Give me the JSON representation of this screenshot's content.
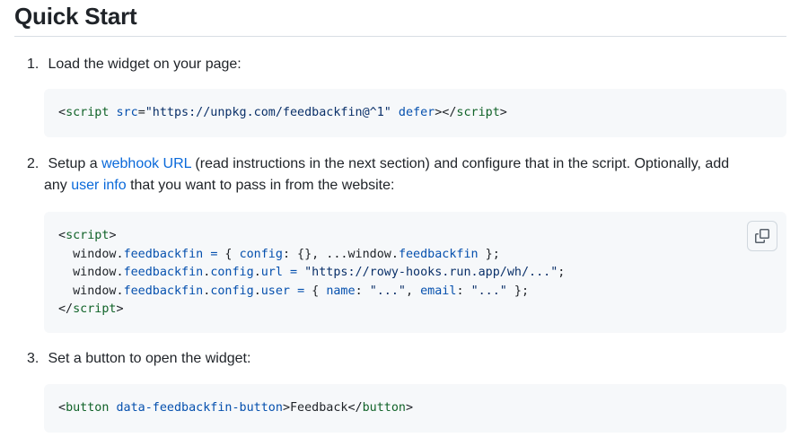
{
  "page": {
    "title": "Quick Start"
  },
  "steps": [
    {
      "number": "1.",
      "text": "Load the widget on your page:",
      "code": {
        "line1": {
          "tag_open": "script",
          "attr_src": "src",
          "eq": "=",
          "src_value": "\"https://unpkg.com/feedbackfin@^1\"",
          "attr_defer": "defer",
          "tag_close": "script"
        }
      }
    },
    {
      "number": "2.",
      "text_before": "Setup a",
      "link1": "webhook URL",
      "text_middle": "(read instructions in the next section) and configure that in the script. Optionally, add",
      "text_any": "any",
      "link2": "user info",
      "text_after": "that you want to pass in from the website:",
      "code": {
        "open_tag": "script",
        "window": "window",
        "feedbackfin": "feedbackfin",
        "config": "config",
        "url": "url",
        "user": "user",
        "name": "name",
        "email": "email",
        "url_value": "\"https://rowy-hooks.run.app/wh/...\"",
        "placeholder": "\"...\"",
        "close_tag": "script"
      },
      "copy_button_icon": "copy-icon"
    },
    {
      "number": "3.",
      "text": "Set a button to open the widget:",
      "code": {
        "tag_open": "button",
        "attr": "data-feedbackfin-button",
        "inner": "Feedback",
        "tag_close": "button"
      }
    }
  ]
}
